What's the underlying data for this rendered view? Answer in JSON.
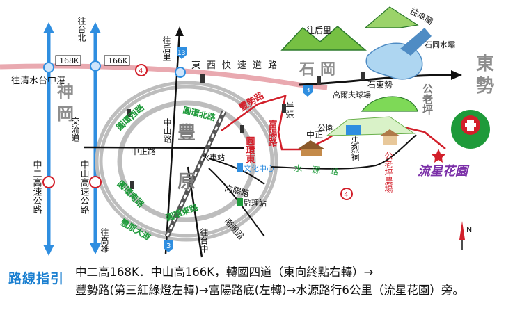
{
  "districts": {
    "fengyuan": [
      "豐",
      "原"
    ],
    "shengang": [
      "神",
      "岡"
    ],
    "shigang": [
      "石",
      "岡"
    ],
    "dongshi": [
      "東",
      "勢"
    ]
  },
  "highways": {
    "h168k_label": "168K",
    "h166k_label": "166K",
    "h2_name": "中二高速公路",
    "zhongshan_name": "中山高速公路",
    "east_west_expressway": "東西快速道路",
    "route_4": "4",
    "route_3": "3",
    "route_13": "13"
  },
  "roads": {
    "ring_north": "圓環北路",
    "ring_west": "圓環西路",
    "ring_south_west": "圓環南路",
    "ring_south": "圓環東路",
    "ring_east": "圓環東",
    "zhongzheng": "中正路",
    "zhongshan_rd": "中山路",
    "fengshi": "豐勢路",
    "fuyang": "富陽路",
    "shuiyuan": "水源路",
    "xiangyang": "向陽路",
    "nanyang": "南陽路",
    "fengyuan_blvd": "豐原大道",
    "jiaoliu": "交流道",
    "zhongzheng_right": "中正",
    "gongyuan": "公園",
    "banzhang": "半張",
    "shidong": "石東勢",
    "gonglaoping": "公老坪"
  },
  "directions": {
    "to_taichung_port": "往清水台中港",
    "to_taipei": "往台北",
    "to_houli_a": "往后里",
    "to_houli_b": "往后里",
    "to_zhuolan": "往卓蘭",
    "to_gaoxiong": "往高雄",
    "to_taizhong": "往台中"
  },
  "landmarks": {
    "train_station": "火車站",
    "culture_center": "文化中心",
    "prison": "監理站",
    "reservoir": "石岡水壩",
    "golf": "高爾夫球場",
    "martyrs": "忠烈祠",
    "farm": "公老坪農場",
    "destination": "流星花園",
    "north_mark": "N"
  },
  "legend": {
    "tag": "路線指引",
    "line1": "中二高168K．中山高166K，轉國四道（東向終點右轉）→",
    "line2": "豐勢路(第三紅綠燈左轉)→富陽路底(左轉)→水源路行6公里（流星花園）旁。"
  },
  "colors": {
    "blue_highway": "#2f8ee0",
    "ring_gray": "#bdbdbd",
    "red_route": "#d21f2a",
    "green_text": "#1e9a3a",
    "gray_district": "#7e7e7e",
    "pink_expressway": "#e9a9b0"
  }
}
